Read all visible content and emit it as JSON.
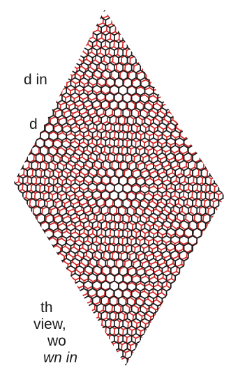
{
  "text_fragments": [
    "d in",
    "d",
    "th",
    "view,",
    "wo",
    "wn in"
  ],
  "figure": {
    "subject": "bilayer-hexagonal-lattice",
    "layer_colors": {
      "top_layer": "#1b1b1b",
      "bottom_layer": "#d42a2a"
    },
    "background": "#ffffff"
  }
}
